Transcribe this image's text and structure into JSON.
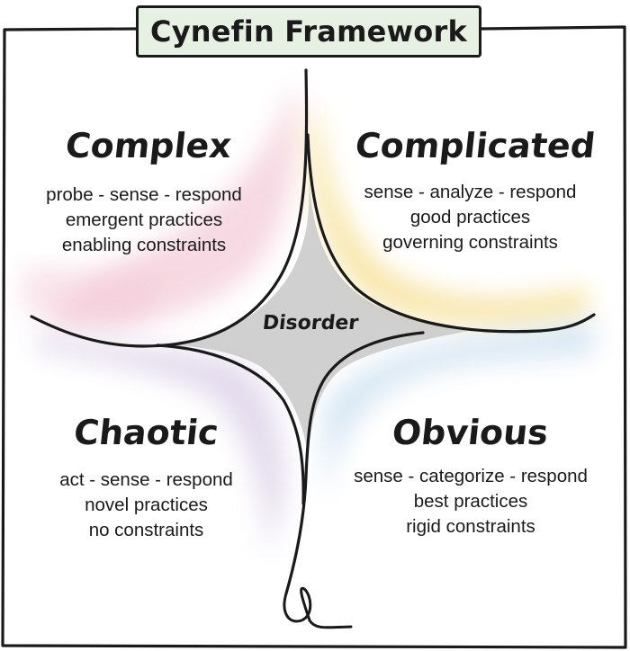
{
  "title": "Cynefin Framework",
  "center": {
    "label": "Disorder",
    "fill": "#c8c8c8"
  },
  "domains": {
    "complex": {
      "name": "Complex",
      "lines": [
        "probe - sense - respond",
        "emergent practices",
        "enabling constraints"
      ],
      "wash_color": "#f3c9d6"
    },
    "complicated": {
      "name": "Complicated",
      "lines": [
        "sense - analyze - respond",
        "good practices",
        "governing constraints"
      ],
      "wash_color": "#f6df93"
    },
    "chaotic": {
      "name": "Chaotic",
      "lines": [
        "act - sense - respond",
        "novel practices",
        "no constraints"
      ],
      "wash_color": "#d9cde6"
    },
    "obvious": {
      "name": "Obvious",
      "lines": [
        "sense - categorize - respond",
        "best practices",
        "rigid constraints"
      ],
      "wash_color": "#cfe2f1"
    }
  },
  "colors": {
    "ink": "#1a1a1a",
    "title_fill": "#e6f1e4"
  }
}
